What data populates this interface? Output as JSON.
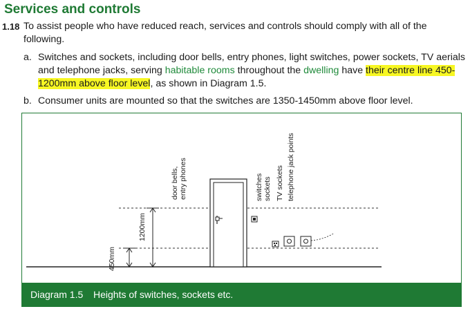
{
  "heading": "Services and controls",
  "section_number": "1.18",
  "intro": "To assist people who have reduced reach, services and controls should comply with all of the following.",
  "item_a": {
    "marker": "a.",
    "text_1": "Switches and sockets, including door bells, entry phones, light switches, power sockets, TV aerials and telephone jacks, serving ",
    "link_1": "habitable rooms",
    "text_2": " throughout the ",
    "link_2": "dwelling",
    "text_3": " have ",
    "highlight": "their centre line 450-1200mm above floor level",
    "text_4": ", as shown in Diagram 1.5."
  },
  "item_b": {
    "marker": "b.",
    "text": "Consumer units are mounted so that the switches are 1350-1450mm above floor level."
  },
  "diagram": {
    "label_door_bells": "door bells,",
    "label_entry_phones": "entry phones",
    "label_switches": "switches",
    "label_sockets": "sockets",
    "label_tv_sockets": "TV sockets",
    "label_telephone": "telephone jack points",
    "dim_1200": "1200mm",
    "dim_450": "450mm",
    "caption_number": "Diagram 1.5",
    "caption_title": "Heights of switches, sockets etc."
  },
  "colors": {
    "brand_green": "#1f7a34",
    "link_green": "#1f8a3a",
    "highlight": "#f7f723"
  }
}
